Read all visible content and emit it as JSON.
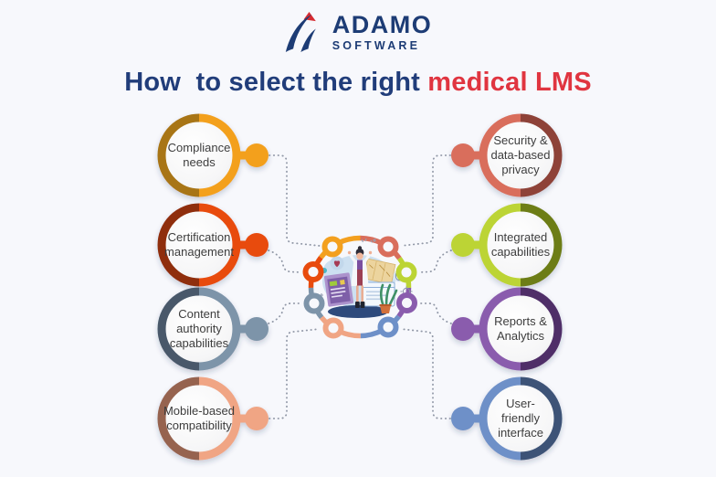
{
  "page": {
    "background": "#f7f8fc"
  },
  "logo": {
    "mark_icon": "adamo-swoosh-logo-icon",
    "name": "ADAMO",
    "subtitle": "SOFTWARE",
    "navy": "#1d3c75",
    "red": "#d62b31"
  },
  "title": {
    "main": "How  to select the right ",
    "accent": "medical LMS",
    "main_color": "#213d7a",
    "accent_color": "#e03540"
  },
  "center": {
    "illustration": "doctor-with-medical-documents-illustration"
  },
  "items": [
    {
      "label": "Compliance needs",
      "color": "#f3a01f",
      "color_dark": "#a87413",
      "side": "left"
    },
    {
      "label": "Certification management",
      "color": "#e84b0d",
      "color_dark": "#8f2d09",
      "side": "left"
    },
    {
      "label": "Content authority capabilities",
      "color": "#7d94a9",
      "color_dark": "#48596a",
      "side": "left"
    },
    {
      "label": "Mobile-based compatibility",
      "color": "#f0a584",
      "color_dark": "#966350",
      "side": "left"
    },
    {
      "label": "Security & data-based privacy",
      "color": "#d96e5c",
      "color_dark": "#8e4337",
      "side": "right"
    },
    {
      "label": "Integrated capabilities",
      "color": "#bcd434",
      "color_dark": "#6d7d18",
      "side": "right"
    },
    {
      "label": "Reports & Analytics",
      "color": "#8a5cad",
      "color_dark": "#4f2d68",
      "side": "right"
    },
    {
      "label": "User-friendly interface",
      "color": "#6e90c8",
      "color_dark": "#3d5377",
      "side": "right"
    }
  ],
  "connector_color": "#9097a6"
}
